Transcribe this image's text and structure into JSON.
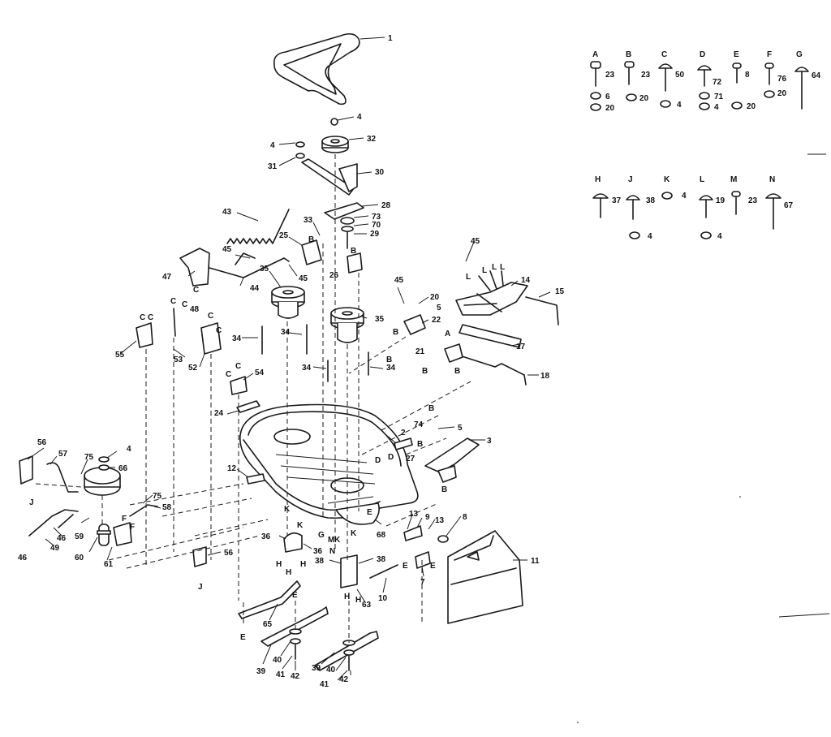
{
  "diagram": {
    "callouts": [
      {
        "id": "c1",
        "text": "1"
      },
      {
        "id": "c4a",
        "text": "4"
      },
      {
        "id": "c32",
        "text": "32"
      },
      {
        "id": "c4b",
        "text": "4"
      },
      {
        "id": "c31",
        "text": "31"
      },
      {
        "id": "c30",
        "text": "30"
      },
      {
        "id": "c28",
        "text": "28"
      },
      {
        "id": "c73",
        "text": "73"
      },
      {
        "id": "c70",
        "text": "70"
      },
      {
        "id": "c29",
        "text": "29"
      },
      {
        "id": "c43",
        "text": "43"
      },
      {
        "id": "c33",
        "text": "33"
      },
      {
        "id": "c25",
        "text": "25"
      },
      {
        "id": "c26",
        "text": "26"
      },
      {
        "id": "c45a",
        "text": "45"
      },
      {
        "id": "c47",
        "text": "47"
      },
      {
        "id": "c44",
        "text": "44"
      },
      {
        "id": "c48",
        "text": "48"
      },
      {
        "id": "c35a",
        "text": "35"
      },
      {
        "id": "c45b",
        "text": "45"
      },
      {
        "id": "c45c",
        "text": "45"
      },
      {
        "id": "c20",
        "text": "20"
      },
      {
        "id": "c5a",
        "text": "5"
      },
      {
        "id": "c35b",
        "text": "35"
      },
      {
        "id": "c22",
        "text": "22"
      },
      {
        "id": "c45d",
        "text": "45"
      },
      {
        "id": "c14",
        "text": "14"
      },
      {
        "id": "c15",
        "text": "15"
      },
      {
        "id": "c17",
        "text": "17"
      },
      {
        "id": "c18",
        "text": "18"
      },
      {
        "id": "c21",
        "text": "21"
      },
      {
        "id": "c55",
        "text": "55"
      },
      {
        "id": "c53",
        "text": "53"
      },
      {
        "id": "c52",
        "text": "52"
      },
      {
        "id": "c34a",
        "text": "34"
      },
      {
        "id": "c34b",
        "text": "34"
      },
      {
        "id": "c34c",
        "text": "34"
      },
      {
        "id": "c34d",
        "text": "34"
      },
      {
        "id": "c54",
        "text": "54"
      },
      {
        "id": "c24",
        "text": "24"
      },
      {
        "id": "c2",
        "text": "2"
      },
      {
        "id": "c74",
        "text": "74"
      },
      {
        "id": "c5b",
        "text": "5"
      },
      {
        "id": "c3",
        "text": "3"
      },
      {
        "id": "c27",
        "text": "27"
      },
      {
        "id": "c56a",
        "text": "56"
      },
      {
        "id": "c57",
        "text": "57"
      },
      {
        "id": "c4c",
        "text": "4"
      },
      {
        "id": "c75a",
        "text": "75"
      },
      {
        "id": "c66",
        "text": "66"
      },
      {
        "id": "c12",
        "text": "12"
      },
      {
        "id": "c75b",
        "text": "75"
      },
      {
        "id": "c58",
        "text": "58"
      },
      {
        "id": "c46a",
        "text": "46"
      },
      {
        "id": "c49",
        "text": "49"
      },
      {
        "id": "c59",
        "text": "59"
      },
      {
        "id": "c46b",
        "text": "46"
      },
      {
        "id": "c60",
        "text": "60"
      },
      {
        "id": "c61",
        "text": "61"
      },
      {
        "id": "c56b",
        "text": "56"
      },
      {
        "id": "c36a",
        "text": "36"
      },
      {
        "id": "c36b",
        "text": "36"
      },
      {
        "id": "c68",
        "text": "68"
      },
      {
        "id": "c13a",
        "text": "13"
      },
      {
        "id": "c9",
        "text": "9"
      },
      {
        "id": "c13b",
        "text": "13"
      },
      {
        "id": "c8",
        "text": "8"
      },
      {
        "id": "c38a",
        "text": "38"
      },
      {
        "id": "c38b",
        "text": "38"
      },
      {
        "id": "c7",
        "text": "7"
      },
      {
        "id": "c10",
        "text": "10"
      },
      {
        "id": "c63",
        "text": "63"
      },
      {
        "id": "c11",
        "text": "11"
      },
      {
        "id": "c65",
        "text": "65"
      },
      {
        "id": "c39a",
        "text": "39"
      },
      {
        "id": "c40a",
        "text": "40"
      },
      {
        "id": "c41a",
        "text": "41"
      },
      {
        "id": "c42a",
        "text": "42"
      },
      {
        "id": "c39b",
        "text": "39"
      },
      {
        "id": "c40b",
        "text": "40"
      },
      {
        "id": "c41b",
        "text": "41"
      },
      {
        "id": "c42b",
        "text": "42"
      }
    ],
    "letters": [
      {
        "id": "lB1",
        "text": "B"
      },
      {
        "id": "lB2",
        "text": "B"
      },
      {
        "id": "lC1",
        "text": "C"
      },
      {
        "id": "lC2",
        "text": "C"
      },
      {
        "id": "lC3",
        "text": "C"
      },
      {
        "id": "lC4",
        "text": "C"
      },
      {
        "id": "lC5",
        "text": "C"
      },
      {
        "id": "lC6",
        "text": "C"
      },
      {
        "id": "lC7",
        "text": "C"
      },
      {
        "id": "lC8",
        "text": "C"
      },
      {
        "id": "lC9",
        "text": "C"
      },
      {
        "id": "lL1",
        "text": "L"
      },
      {
        "id": "lL2",
        "text": "L"
      },
      {
        "id": "lL3",
        "text": "L"
      },
      {
        "id": "lL4",
        "text": "L"
      },
      {
        "id": "lB3",
        "text": "B"
      },
      {
        "id": "lB4",
        "text": "B"
      },
      {
        "id": "lA1",
        "text": "A"
      },
      {
        "id": "lB5",
        "text": "B"
      },
      {
        "id": "lB6",
        "text": "B"
      },
      {
        "id": "lB7",
        "text": "B"
      },
      {
        "id": "lB8",
        "text": "B"
      },
      {
        "id": "lD1",
        "text": "D"
      },
      {
        "id": "lD2",
        "text": "D"
      },
      {
        "id": "lB9",
        "text": "B"
      },
      {
        "id": "lJ1",
        "text": "J"
      },
      {
        "id": "lF1",
        "text": "F"
      },
      {
        "id": "lF2",
        "text": "F"
      },
      {
        "id": "lJ2",
        "text": "J"
      },
      {
        "id": "lK1",
        "text": "K"
      },
      {
        "id": "lK2",
        "text": "K"
      },
      {
        "id": "lG1",
        "text": "G"
      },
      {
        "id": "lM1",
        "text": "M"
      },
      {
        "id": "lK3",
        "text": "K"
      },
      {
        "id": "lK4",
        "text": "K"
      },
      {
        "id": "lN1",
        "text": "N"
      },
      {
        "id": "lH1",
        "text": "H"
      },
      {
        "id": "lH2",
        "text": "H"
      },
      {
        "id": "lH3",
        "text": "H"
      },
      {
        "id": "lH4",
        "text": "H"
      },
      {
        "id": "lH5",
        "text": "H"
      },
      {
        "id": "lE1",
        "text": "E"
      },
      {
        "id": "lE2",
        "text": "E"
      },
      {
        "id": "lE3",
        "text": "E"
      },
      {
        "id": "lE4",
        "text": "E"
      },
      {
        "id": "lE5",
        "text": "E"
      }
    ]
  },
  "hardware_legend": [
    {
      "letter": "A",
      "bolt": "23",
      "washers": [
        "6",
        "20"
      ]
    },
    {
      "letter": "B",
      "bolt": "23",
      "washers": [
        "20"
      ]
    },
    {
      "letter": "C",
      "bolt": "50",
      "washers": [
        "4"
      ]
    },
    {
      "letter": "D",
      "bolt": "72",
      "washers": [
        "71",
        "4"
      ]
    },
    {
      "letter": "E",
      "bolt": "8",
      "washers": [
        "20"
      ]
    },
    {
      "letter": "F",
      "bolt": "76",
      "washers": [
        "20"
      ]
    },
    {
      "letter": "G",
      "bolt": "64",
      "washers": []
    },
    {
      "letter": "H",
      "bolt": "37",
      "washers": []
    },
    {
      "letter": "J",
      "bolt": "38",
      "washers": [
        "4"
      ]
    },
    {
      "letter": "K",
      "bolt": "4",
      "washers": []
    },
    {
      "letter": "L",
      "bolt": "19",
      "washers": [
        "4"
      ]
    },
    {
      "letter": "M",
      "bolt": "23",
      "washers": []
    },
    {
      "letter": "N",
      "bolt": "67",
      "washers": []
    }
  ]
}
